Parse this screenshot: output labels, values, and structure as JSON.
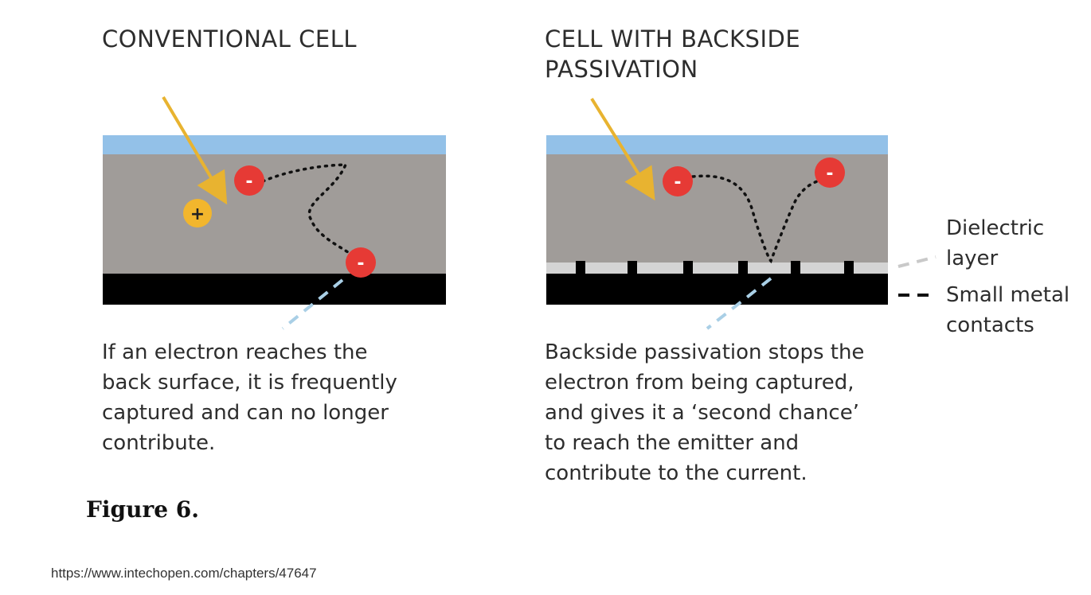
{
  "panels": {
    "left": {
      "title": "CONVENTIONAL CELL",
      "caption": "If an electron reaches the\nback surface, it is frequently\ncaptured and can no longer\ncontribute.",
      "electron_symbol": "-",
      "hole_symbol": "+"
    },
    "right": {
      "title": "CELL WITH BACKSIDE\nPASSIVATION",
      "caption": "Backside passivation stops the\nelectron from being captured,\nand gives it a ‘second chance’\nto reach the emitter and\ncontribute to the current.",
      "electron_symbol": "-"
    }
  },
  "legend": {
    "dielectric": "Dielectric\nlayer",
    "metal_contacts": "Small metal\ncontacts"
  },
  "figure_label": "Figure 6.",
  "source_url": "https://www.intechopen.com/chapters/47647",
  "colors": {
    "surface": "#93c1e8",
    "bulk": "#a09c99",
    "back_metal": "#000000",
    "dielectric": "#d4d4d4",
    "electron": "#e63a35",
    "hole": "#f2b62d",
    "light_arrow": "#e8b330",
    "leader_line": "#a9cfe6"
  }
}
